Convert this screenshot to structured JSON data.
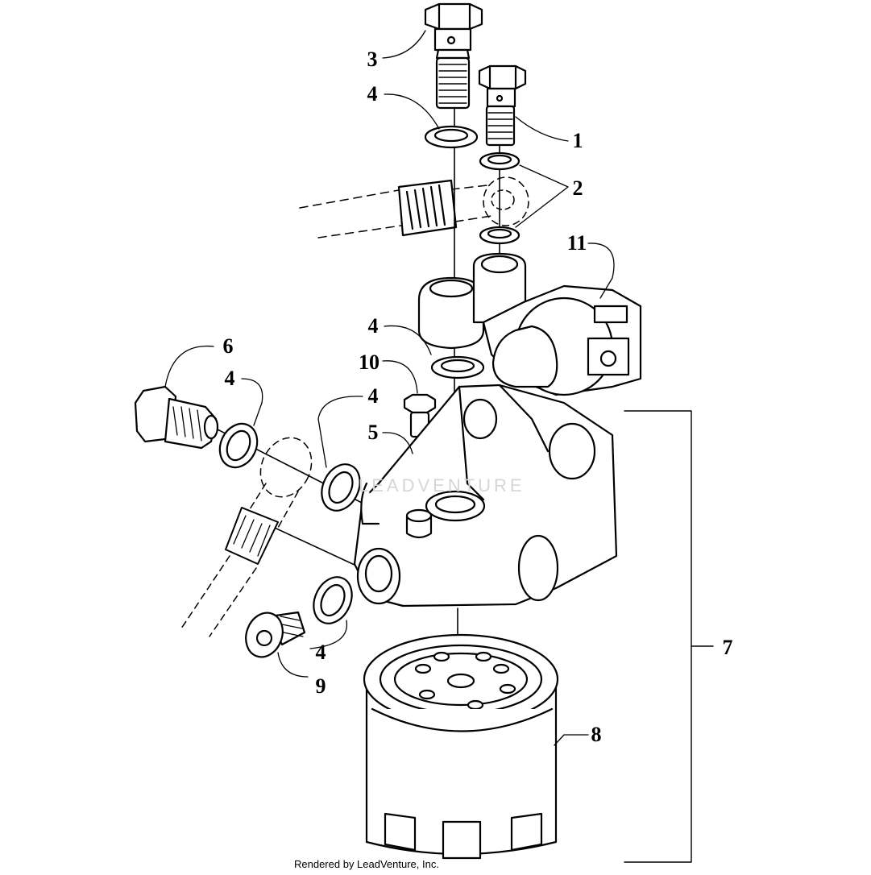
{
  "diagram": {
    "callouts": {
      "c1": "1",
      "c2": "2",
      "c3": "3",
      "c4a": "4",
      "c4b": "4",
      "c4c": "4",
      "c4d": "4",
      "c4e": "4",
      "c5": "5",
      "c6": "6",
      "c7": "7",
      "c8": "8",
      "c9": "9",
      "c10": "10",
      "c11": "11"
    },
    "watermark": "LEADVENTURE",
    "credit": "Rendered by LeadVenture, Inc."
  }
}
